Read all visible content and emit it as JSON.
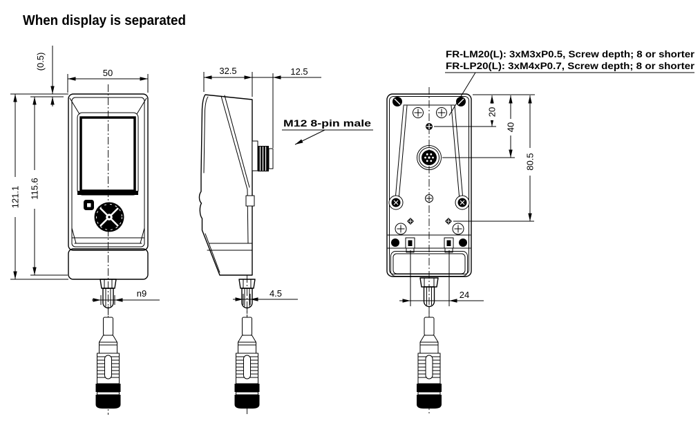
{
  "title": "When display is separated",
  "notes": {
    "screw_note_lm20": "FR-LM20(L): 3xM3xP0.5, Screw depth; 8 or shorter",
    "screw_note_lp20": "FR-LP20(L): 3xM4xP0.7, Screw depth; 8 or shorter",
    "connector_note": "M12 8-pin male"
  },
  "dimensions": {
    "front": {
      "width": "50",
      "top_offset": "(0.5)",
      "overall_height": "121.1",
      "body_height": "115.6",
      "connector_diameter": "n9"
    },
    "side": {
      "depth": "32.5",
      "connector_protrusion": "12.5",
      "connector_width": "4.5"
    },
    "back": {
      "top_hole_offset": "20",
      "connector_center_offset": "40",
      "lower_hole_offset": "80.5",
      "slot_spacing": "24"
    }
  },
  "colors": {
    "line": "#000000",
    "background": "#ffffff"
  }
}
